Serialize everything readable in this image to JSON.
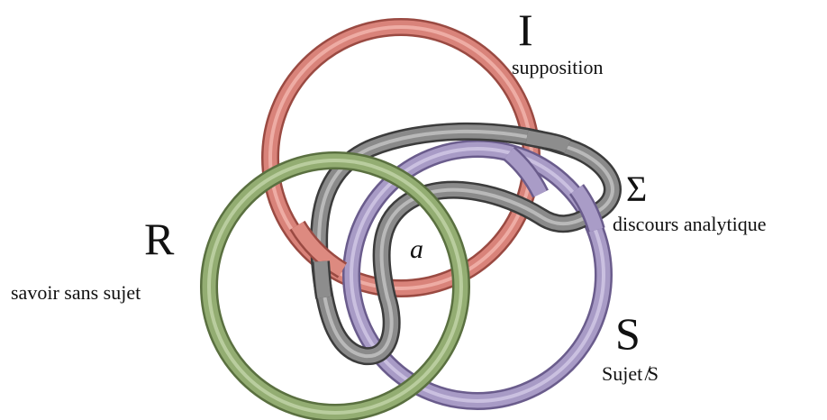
{
  "rings": {
    "imaginary": {
      "color": "#d9837a",
      "outline": "#9a4a42"
    },
    "real": {
      "color": "#93ad72",
      "outline": "#5a7040"
    },
    "symbolic": {
      "color": "#a89bc6",
      "outline": "#6a5c8c"
    },
    "discourse": {
      "color": "#8a8a8a",
      "outline": "#3c3c3c"
    }
  },
  "labels": {
    "I": {
      "letter": "I",
      "text": "supposition"
    },
    "R": {
      "letter": "R",
      "text": "savoir sans sujet"
    },
    "S": {
      "letter": "S",
      "text": "Sujet ̸S"
    },
    "sigma": {
      "letter": "Σ",
      "text": "discours analytique"
    },
    "center": "a"
  }
}
